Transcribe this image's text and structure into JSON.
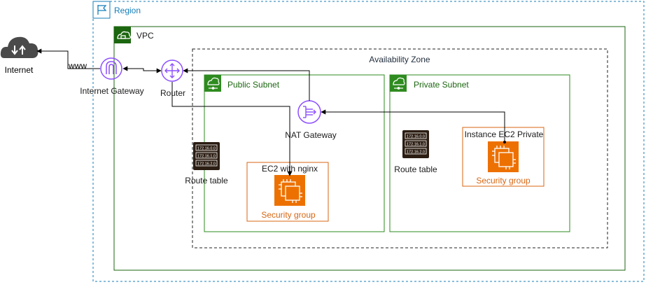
{
  "colors": {
    "region": "#147EBA",
    "vpc": "#1B660F",
    "subnet": "#2E8B1F",
    "az": "#222222",
    "gateway": "#8C4FFF",
    "ec2": "#ED7100",
    "ec2_dark": "#B85A00",
    "security_group": "#D86613",
    "text": "#1a1a1a",
    "arrow": "#000000"
  },
  "region": {
    "label": "Region"
  },
  "vpc": {
    "label": "VPC"
  },
  "az": {
    "label": "Availability Zone"
  },
  "internet": {
    "label": "Internet"
  },
  "www": {
    "label": "www"
  },
  "igw": {
    "label": "Internet Gateway"
  },
  "router": {
    "label": "Router"
  },
  "public_subnet": {
    "label": "Public Subnet",
    "route_table": {
      "label": "Route table",
      "entries": [
        "172.16.0.0",
        "172.16.1.0",
        "172.16.2.0"
      ]
    },
    "nat": {
      "label": "NAT Gateway"
    },
    "ec2": {
      "label": "EC2 with nginx",
      "security_group": "Security group"
    }
  },
  "private_subnet": {
    "label": "Private Subnet",
    "route_table": {
      "label": "Route table",
      "entries": [
        "172.16.0.0",
        "172.16.1.0",
        "172.16.2.0"
      ]
    },
    "ec2": {
      "label": "Instance EC2 Private",
      "security_group": "Security group"
    }
  }
}
